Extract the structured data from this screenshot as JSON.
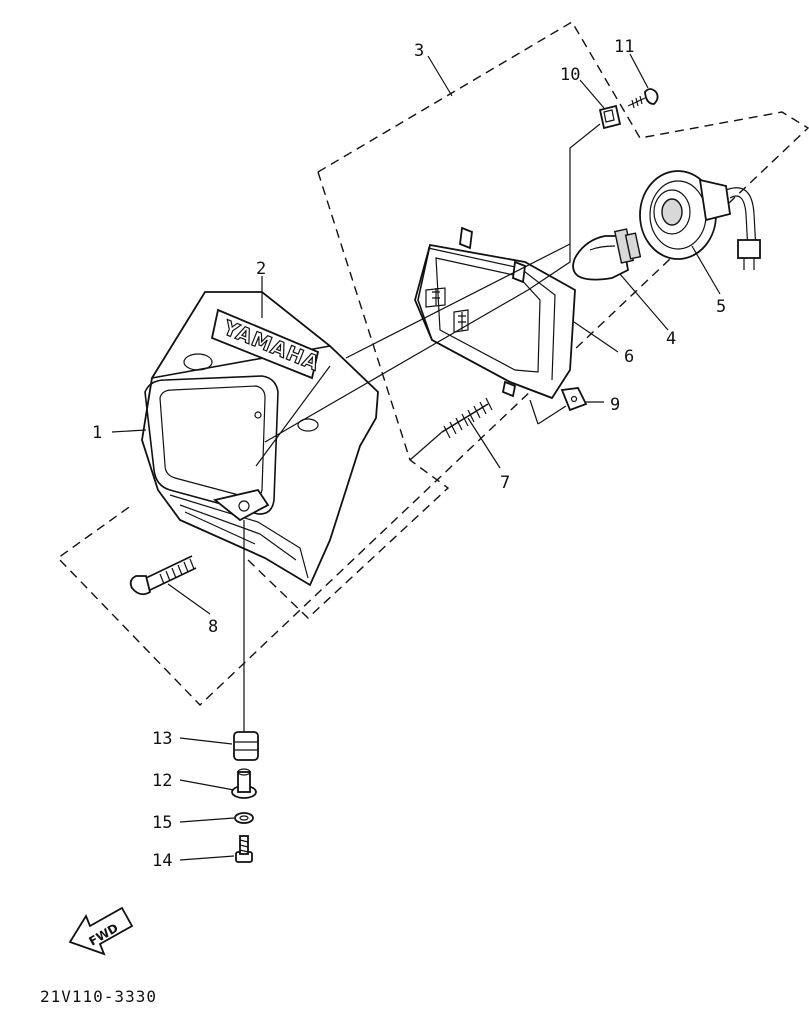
{
  "diagram": {
    "drawing_code": "21V110-3330",
    "brand_label": "YAMAHA",
    "forward_label": "FWD",
    "callouts": [
      {
        "id": "1",
        "label": "1"
      },
      {
        "id": "2",
        "label": "2"
      },
      {
        "id": "3",
        "label": "3"
      },
      {
        "id": "4",
        "label": "4"
      },
      {
        "id": "5",
        "label": "5"
      },
      {
        "id": "6",
        "label": "6"
      },
      {
        "id": "7",
        "label": "7"
      },
      {
        "id": "8",
        "label": "8"
      },
      {
        "id": "9",
        "label": "9"
      },
      {
        "id": "10",
        "label": "10"
      },
      {
        "id": "11",
        "label": "11"
      },
      {
        "id": "12",
        "label": "12"
      },
      {
        "id": "13",
        "label": "13"
      },
      {
        "id": "14",
        "label": "14"
      },
      {
        "id": "15",
        "label": "15"
      }
    ]
  }
}
